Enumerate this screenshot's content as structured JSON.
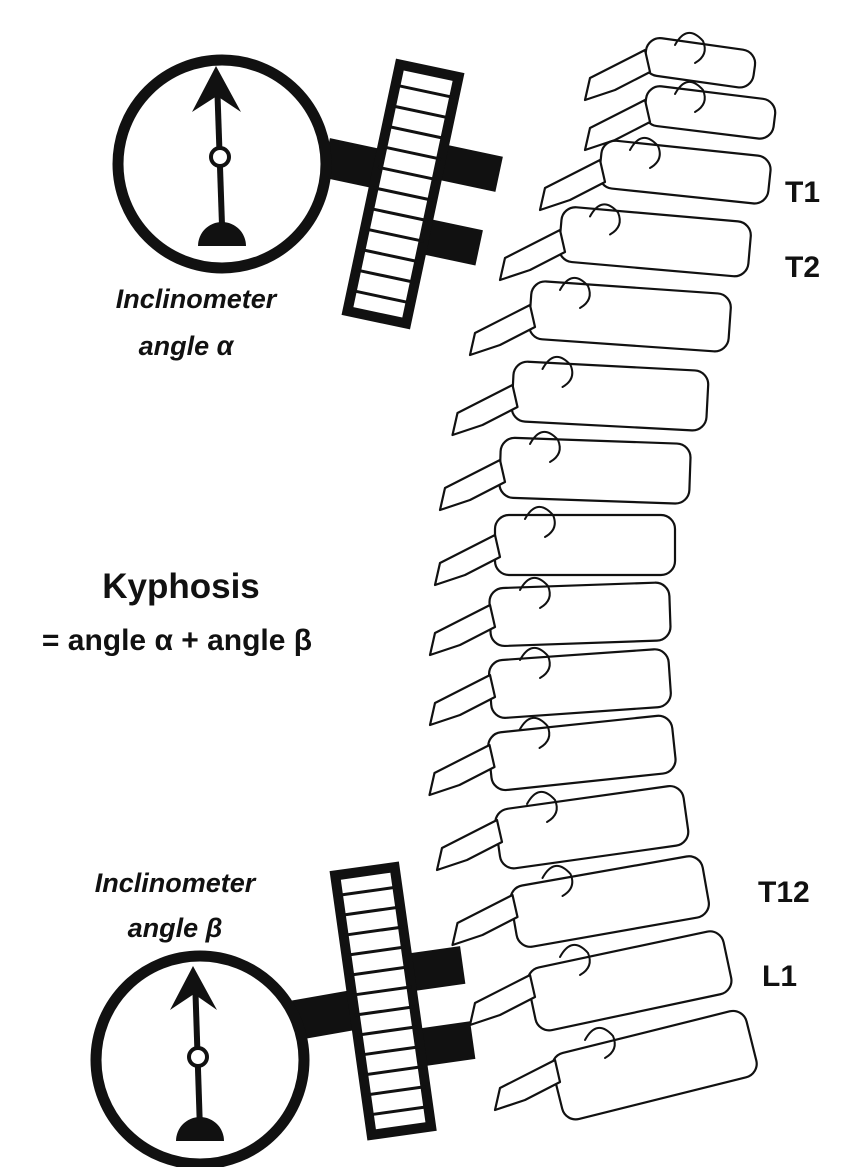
{
  "inclinometer_top": {
    "label_line1": "Inclinometer",
    "label_line2": "angle α"
  },
  "inclinometer_bottom": {
    "label_line1": "Inclinometer",
    "label_line2": "angle β"
  },
  "formula": {
    "title": "Kyphosis",
    "equation": "= angle α + angle β"
  },
  "vertebra_labels": {
    "t1": "T1",
    "t2": "T2",
    "t12": "T12",
    "l1": "L1"
  },
  "colors": {
    "ink": "#111111",
    "background": "#ffffff"
  }
}
